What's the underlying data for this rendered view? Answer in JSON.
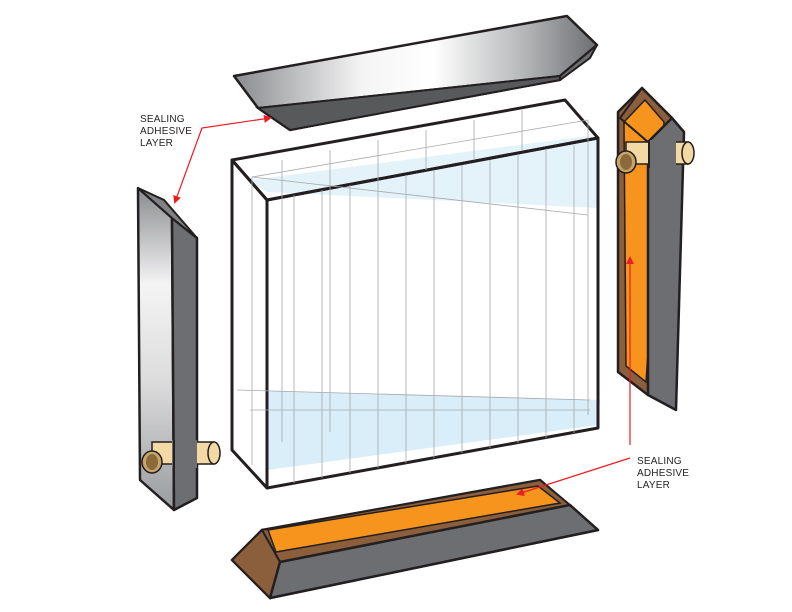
{
  "labels": {
    "left": {
      "lines": [
        "SEALING",
        "ADHESIVE",
        "LAYER"
      ]
    },
    "right": {
      "lines": [
        "SEALING",
        "ADHESIVE",
        "LAYER"
      ]
    }
  },
  "colors": {
    "outline": "#231f20",
    "adhesive": "#f7941d",
    "wood": "#8b5e3c",
    "steel_dark": "#6d6e71",
    "steel_light": "#e6e7e8",
    "glass": "#cfeaf7",
    "arrow": "#ed1c24",
    "pipe": "#f3d9a4"
  }
}
